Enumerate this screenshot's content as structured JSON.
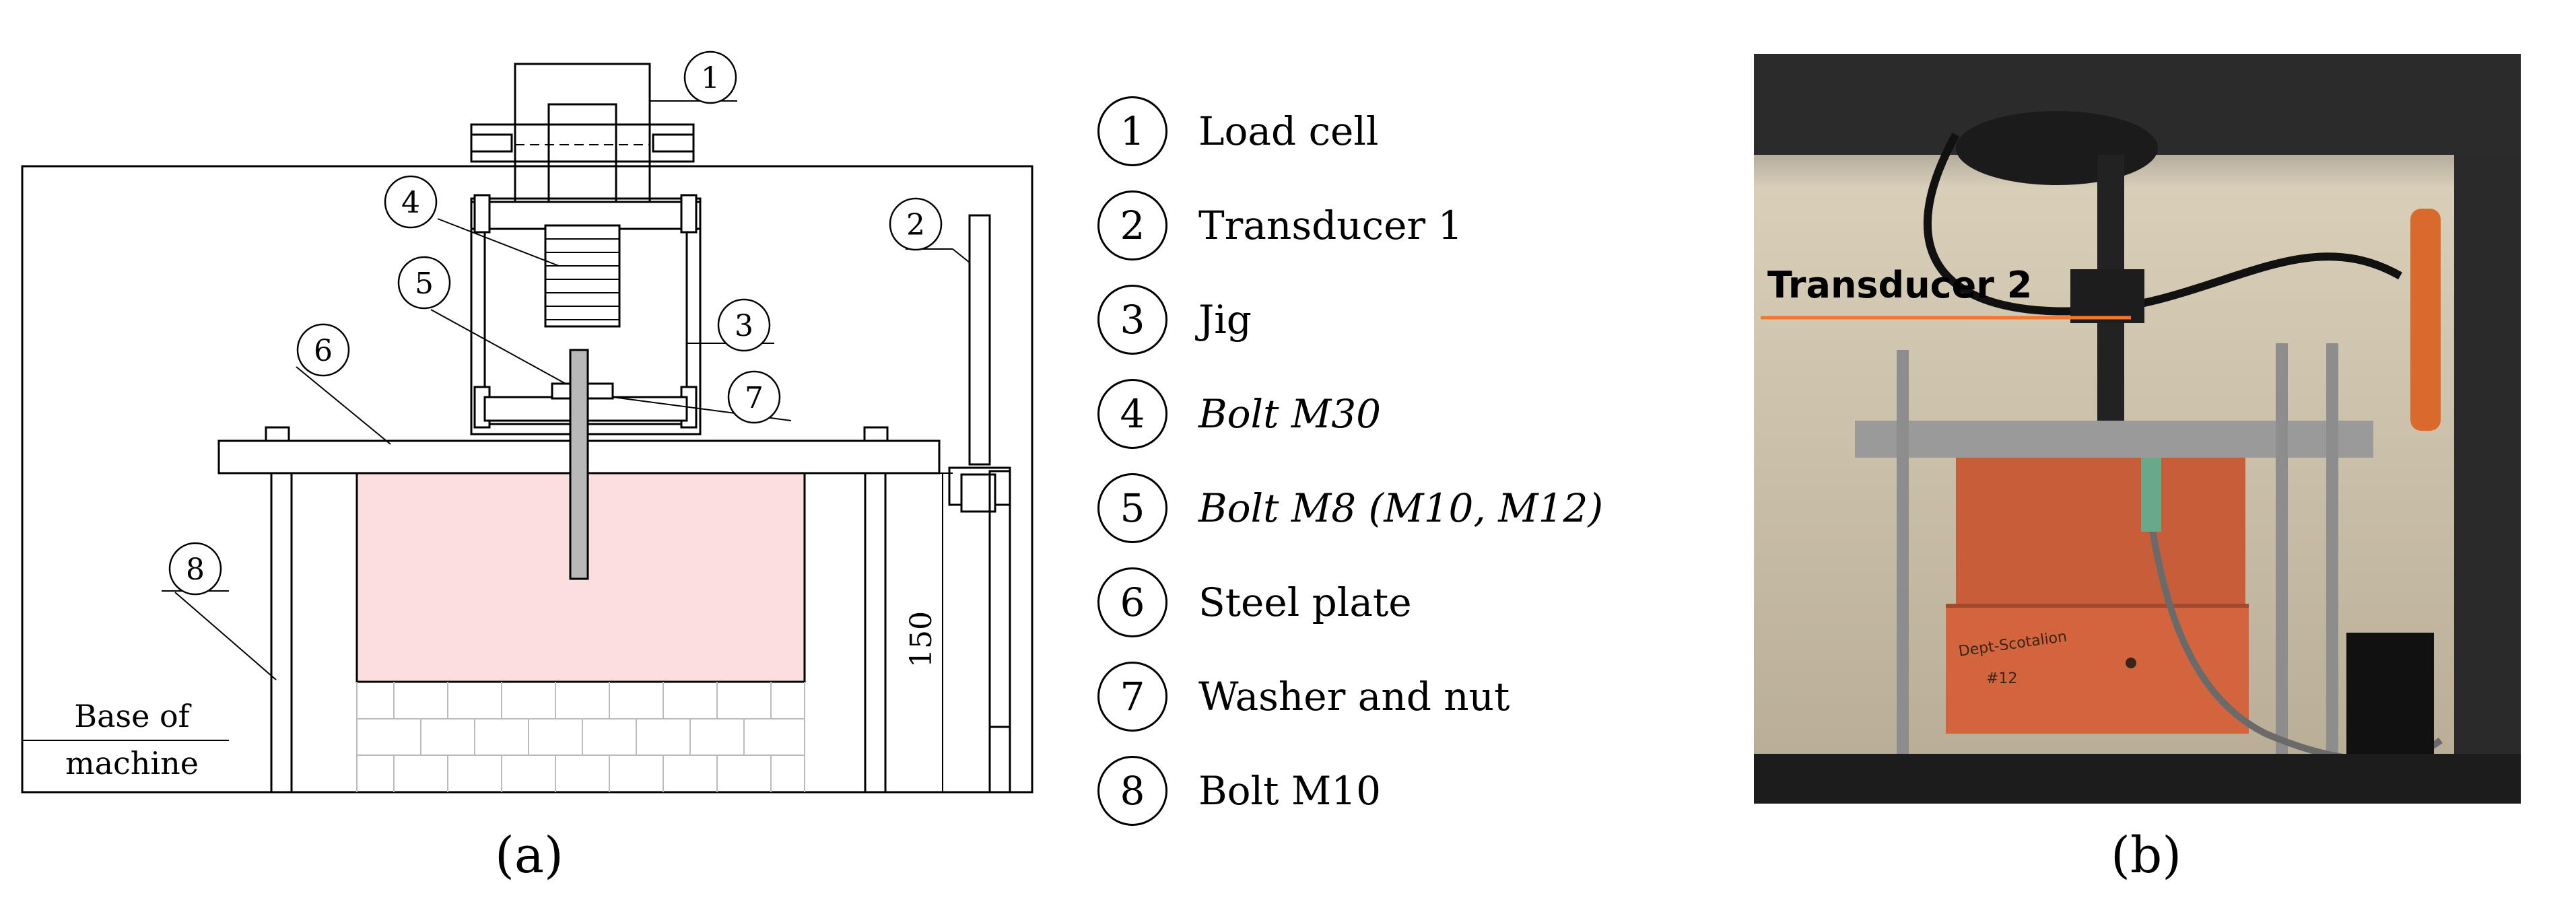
{
  "panel_a": {
    "callouts": [
      "1",
      "2",
      "3",
      "4",
      "5",
      "6",
      "7",
      "8"
    ],
    "dimension": "150",
    "base_label": [
      "Base of",
      "machine"
    ],
    "label": "(a)"
  },
  "legend": [
    {
      "num": "1",
      "text": "Load cell",
      "italic": false
    },
    {
      "num": "2",
      "text": "Transducer 1",
      "italic": false
    },
    {
      "num": "3",
      "text": "Jig",
      "italic": false
    },
    {
      "num": "4",
      "text": "Bolt M30",
      "italic": true
    },
    {
      "num": "5",
      "text": "Bolt M8 (M10, M12)",
      "italic": true
    },
    {
      "num": "6",
      "text": "Steel plate",
      "italic": false
    },
    {
      "num": "7",
      "text": "Washer and nut",
      "italic": false
    },
    {
      "num": "8",
      "text": "Bolt M10",
      "italic": false
    }
  ],
  "panel_b": {
    "annotation": "Transducer 2",
    "brick_marking": [
      "Dept-Scotalion",
      "#12"
    ],
    "label": "(b)"
  },
  "colors": {
    "line": "#000000",
    "masonry_fill": "#fddede",
    "grid_line": "#bbbbbb",
    "bolt_fill": "#b8b8b8",
    "annotation_line": "#f07a2a",
    "brick": "#d2643e"
  }
}
